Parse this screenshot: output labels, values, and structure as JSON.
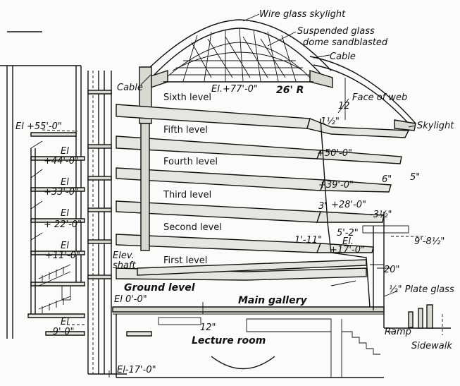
{
  "labels": {
    "wire_glass_skylight": "Wire glass skylight",
    "suspended_glass_1": "Suspended glass",
    "suspended_glass_2": "dome sandblasted",
    "cable_top": "Cable",
    "cable_left": "Cable",
    "el_77": "El.+77'-0\"",
    "radius_26": "26' R",
    "face_of_web": "Face of web",
    "dim_12_top": "12",
    "dim_1_half": "1½\"",
    "skylight": "Skylight",
    "el_55": "El +55'-0\"",
    "el_44_a": "El",
    "el_44_b": "+44'-0\"",
    "el_33_a": "El",
    "el_33_b": "+33'-0\"",
    "el_22_a": "El",
    "el_22_b": "+ 22'-0\"",
    "el_11_a": "El",
    "el_11_b": "+11'-0\"",
    "el_neg9_a": "El",
    "el_neg9_b": "-9'-0\"",
    "el_neg17": "El-17'-0\"",
    "plus50": "+50'-0\"",
    "plus39": "+39'-0\"",
    "plus28": "+28'-0\"",
    "plus17": "+17'-0\"",
    "dim_6": "6\"",
    "dim_5": "5\"",
    "dim_3": "3'",
    "dim_3_half": "-3½\"",
    "dim_1_11": "1'-11\"",
    "dim_5_2": "5'-2\"",
    "el_small": "El.",
    "dim_9_8": "9'-8½\"",
    "dim_20": "20\"",
    "elev_1": "Elev.",
    "elev_2": "shaft",
    "ground_level": "Ground level",
    "el_0": "El 0'-0\"",
    "main_gallery": "Main gallery",
    "plate_glass": "½\" Plate glass",
    "dim_12_bottom": "12\"",
    "lecture_room": "Lecture room",
    "ramp": "Ramp",
    "sidewalk": "Sidewalk"
  },
  "levels": {
    "sixth": "Sixth level",
    "fifth": "Fifth level",
    "fourth": "Fourth level",
    "third": "Third level",
    "second": "Second level",
    "first": "First level"
  }
}
